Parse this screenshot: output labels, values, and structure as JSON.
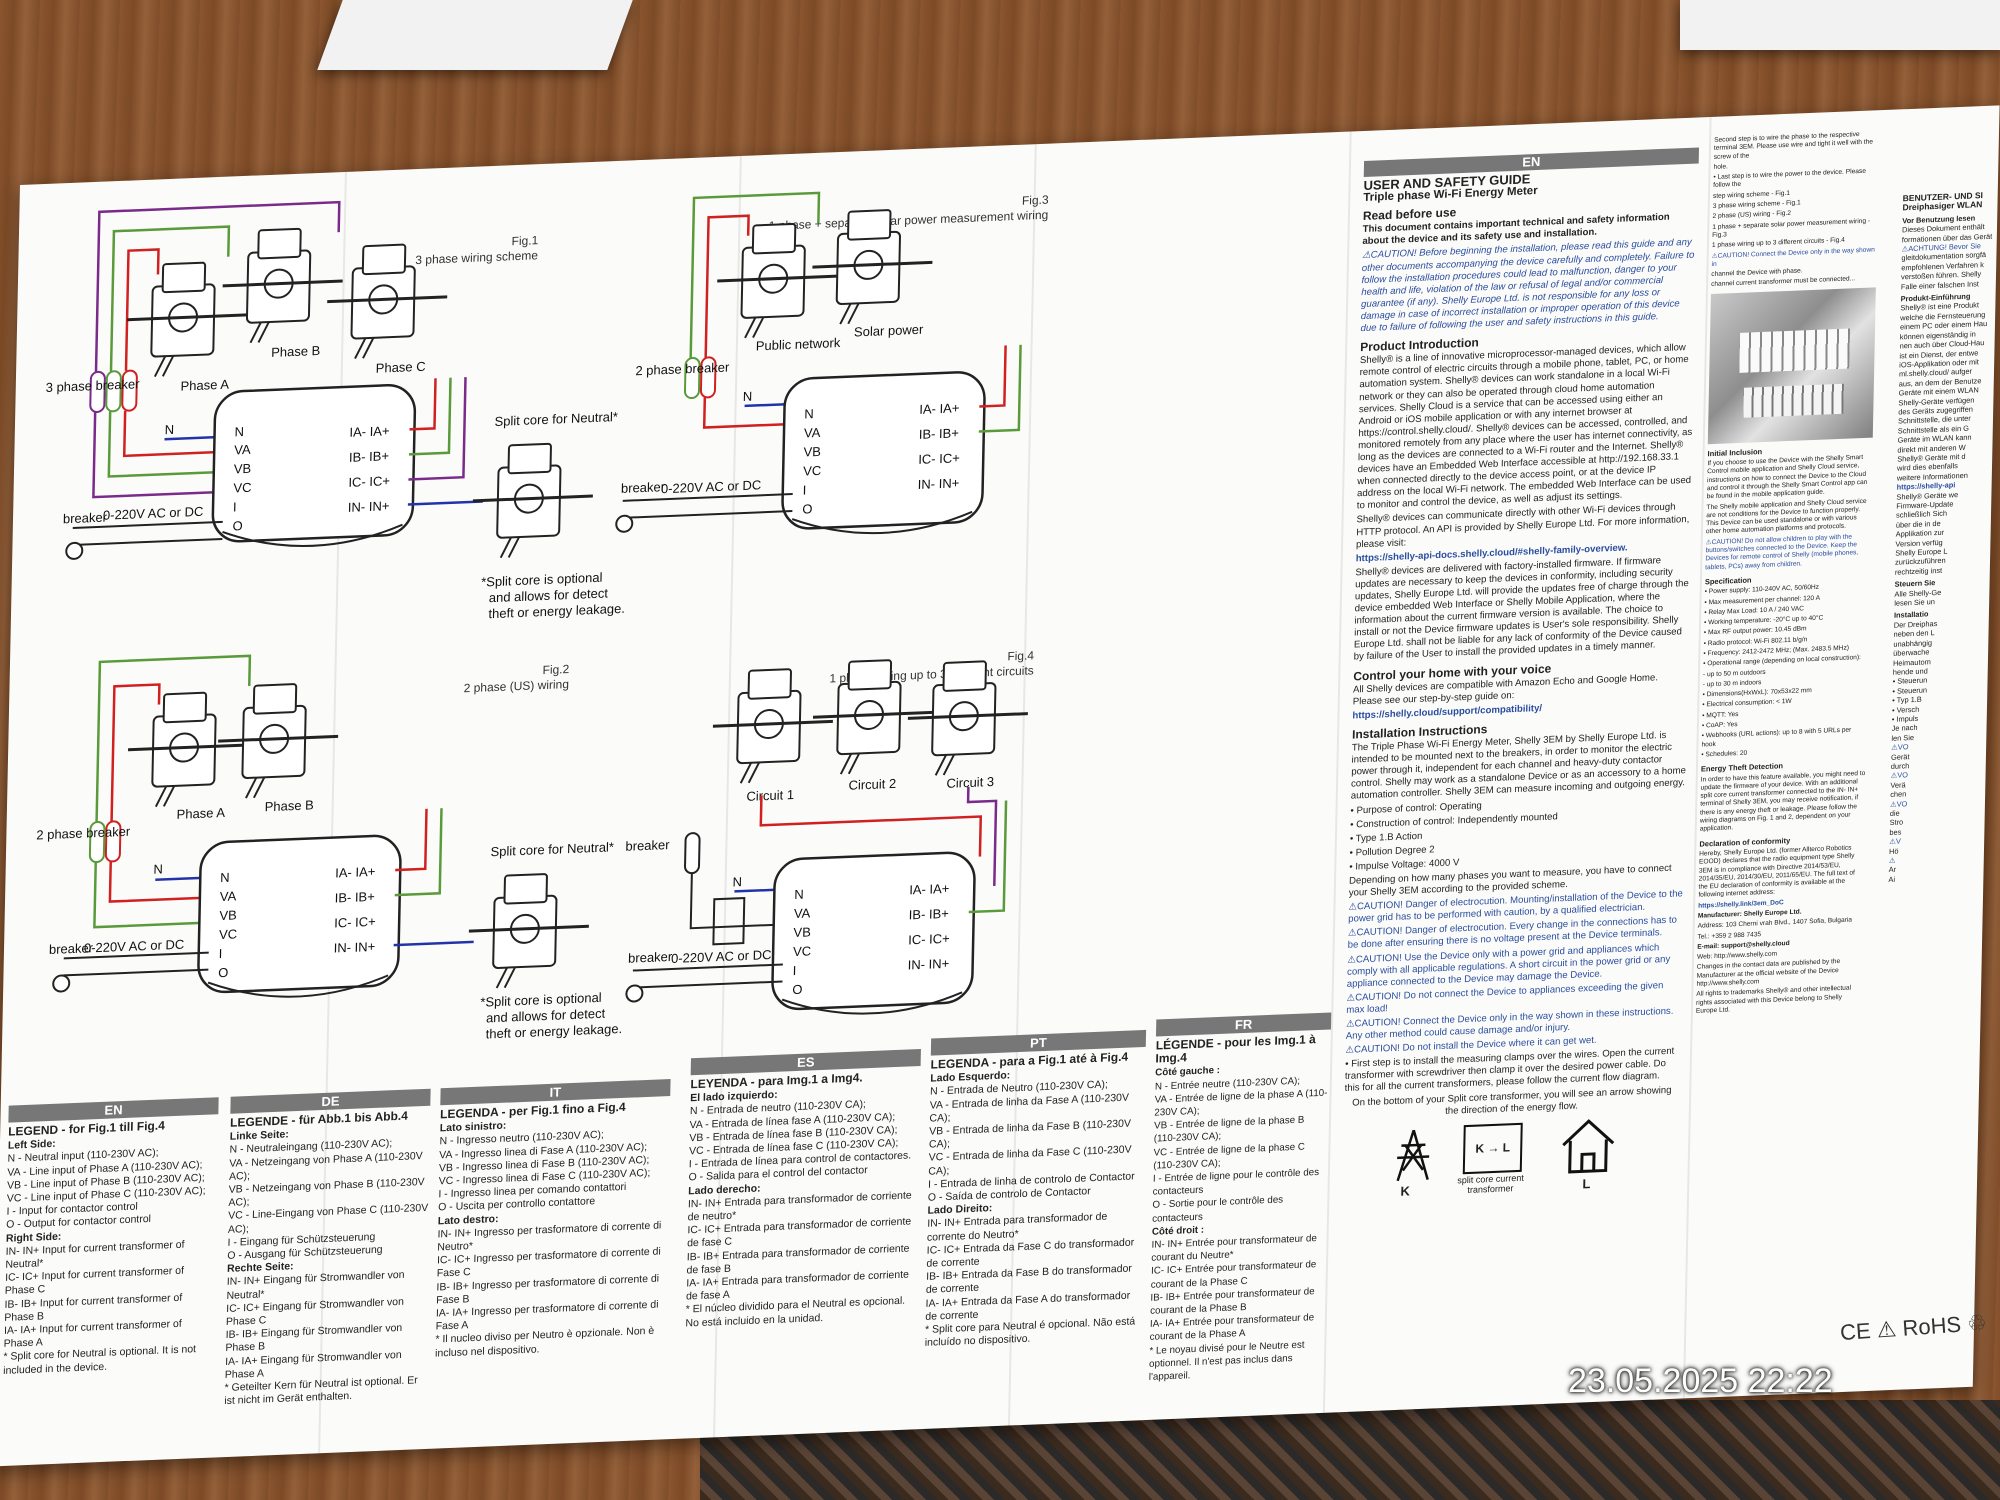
{
  "diagrams": {
    "fig1": {
      "num": "Fig.1",
      "caption": "3 phase wiring scheme",
      "ct_a": "Phase A",
      "ct_b": "Phase B",
      "ct_c": "Phase C",
      "breaker": "3 phase breaker",
      "neutral_title": "Split core for Neutral*",
      "note1": "*Split core is optional",
      "note2": "and allows for detect",
      "note3": "theft or energy leakage.",
      "supply": "0-220V AC or DC",
      "breaker_small": "breaker"
    },
    "fig2": {
      "num": "Fig.2",
      "caption": "2 phase (US) wiring",
      "ct_a": "Phase A",
      "ct_b": "Phase B",
      "breaker": "2 phase breaker",
      "neutral_title": "Split core for Neutral*",
      "note1": "*Split core is optional",
      "note2": "and allows for detect",
      "note3": "theft or energy leakage.",
      "supply": "0-220V AC or DC",
      "breaker_small": "breaker"
    },
    "fig3": {
      "num": "Fig.3",
      "caption": "1 phase + separate solar power measurement wiring",
      "ct_a": "Public network",
      "ct_b": "Solar power",
      "breaker": "2 phase breaker",
      "supply": "0-220V AC or DC",
      "breaker_small": "breaker"
    },
    "fig4": {
      "num": "Fig.4",
      "caption": "1 phase wiring up to 3 different circuits",
      "ct_a": "Circuit 1",
      "ct_b": "Circuit 2",
      "ct_c": "Circuit 3",
      "breaker": "breaker",
      "supply": "0-220V AC or DC",
      "breaker_small": "breaker"
    },
    "terminals_left": [
      "N",
      "VA",
      "VB",
      "VC",
      "I",
      "O"
    ],
    "terminals_right": [
      "IA- IA+",
      "IB- IB+",
      "IC- IC+",
      "IN- IN+"
    ]
  },
  "legends": {
    "en": {
      "tab": "EN",
      "title": "LEGEND - for Fig.1 till Fig.4",
      "left": "Left Side:",
      "lines": [
        "N - Neutral input (110-230V AC);",
        "VA - Line input of Phase A (110-230V AC);",
        "VB - Line input of Phase B (110-230V AC);",
        "VC - Line input of Phase C (110-230V AC);",
        "I - Input for contactor control",
        "O - Output for contactor control"
      ],
      "right": "Right Side:",
      "rlines": [
        "IN- IN+ Input for current transformer of Neutral*",
        "IC- IC+ Input for current transformer of Phase C",
        "IB- IB+ Input for current transformer of Phase B",
        "IA- IA+ Input for current transformer of Phase A",
        "* Split core for Neutral is optional. It is not included in the device."
      ]
    },
    "de": {
      "tab": "DE",
      "title": "LEGENDE - für Abb.1 bis Abb.4",
      "left": "Linke Seite:",
      "lines": [
        "N - Neutraleingang (110-230V AC);",
        "VA - Netzeingang von Phase A (110-230V AC);",
        "VB - Netzeingang von Phase B (110-230V AC);",
        "VC - Line-Eingang von Phase C (110-230V AC);",
        "I - Eingang für Schützsteuerung",
        "O - Ausgang für Schützsteuerung"
      ],
      "right": "Rechte Seite:",
      "rlines": [
        "IN- IN+ Eingang für Stromwandler von Neutral*",
        "IC- IC+ Eingang für Stromwandler von Phase C",
        "IB- IB+ Eingang für Stromwandler von Phase B",
        "IA- IA+ Eingang für Stromwandler von Phase A",
        "* Geteilter Kern für Neutral ist optional. Er ist nicht im Gerät enthalten."
      ]
    },
    "it": {
      "tab": "IT",
      "title": "LEGENDA - per Fig.1 fino a Fig.4",
      "left": "Lato sinistro:",
      "lines": [
        "N - Ingresso neutro (110-230V AC);",
        "VA - Ingresso linea di Fase A (110-230V AC);",
        "VB - Ingresso linea di Fase B (110-230V AC);",
        "VC - Ingresso linea di Fase C (110-230V AC);",
        "I - Ingresso linea per comando contattori",
        "O - Uscita per controllo contattore"
      ],
      "right": "Lato destro:",
      "rlines": [
        "IN- IN+ Ingresso per trasformatore di corrente di Neutro*",
        "IC- IC+ Ingresso per trasformatore di corrente di Fase C",
        "IB- IB+ Ingresso per trasformatore di corrente di Fase B",
        "IA- IA+ Ingresso per trasformatore di corrente di Fase A",
        "* Il nucleo diviso per Neutro è opzionale. Non è incluso nel dispositivo."
      ]
    },
    "es": {
      "tab": "ES",
      "title": "LEYENDA - para Img.1 a Img4.",
      "left": "El lado izquierdo:",
      "lines": [
        "N - Entrada de neutro (110-230V CA);",
        "VA - Entrada de línea fase A (110-230V CA);",
        "VB - Entrada de línea fase B (110-230V CA);",
        "VC - Entrada de línea fase C (110-230V CA);",
        "I - Entrada de línea para control de contactores.",
        "O - Salida para el control del contactor"
      ],
      "right": "Lado derecho:",
      "rlines": [
        "IN- IN+ Entrada para transformador de corriente de neutro*",
        "IC- IC+ Entrada para transformador de corriente de fase C",
        "IB- IB+ Entrada para transformador de corriente de fase B",
        "IA- IA+ Entrada para transformador de corriente de fase A",
        "* El núcleo dividido para el Neutral es opcional. No está incluido en la unidad."
      ]
    },
    "pt": {
      "tab": "PT",
      "title": "LEGENDA - para a Fig.1 até à Fig.4",
      "left": "Lado Esquerdo:",
      "lines": [
        "N - Entrada de Neutro (110-230V CA);",
        "VA - Entrada de linha da Fase A (110-230V CA);",
        "VB - Entrada de linha da Fase B (110-230V CA);",
        "VC - Entrada de linha da Fase C (110-230V CA);",
        "I - Entrada de linha de controlo de Contactor",
        "O - Saída de controlo de Contactor"
      ],
      "right": "Lado Direito:",
      "rlines": [
        "IN- IN+ Entrada para transformador de corrente do Neutro*",
        "IC- IC+ Entrada da Fase C do transformador de corrente",
        "IB- IB+ Entrada da Fase B do transformador de corrente",
        "IA- IA+ Entrada da Fase A do transformador de corrente",
        "* Split core para Neutral é opcional. Não está incluído no dispositivo."
      ]
    },
    "fr": {
      "tab": "FR",
      "title": "LÉGENDE - pour les Img.1 à Img.4",
      "left": "Côté gauche :",
      "lines": [
        "N - Entrée neutre (110-230V CA);",
        "VA - Entrée de ligne de la phase A (110-230V CA);",
        "VB - Entrée de ligne de la phase B (110-230V CA);",
        "VC - Entrée de ligne de la phase C (110-230V CA);",
        "I - Entrée de ligne pour le contrôle des contacteurs",
        "O - Sortie pour le contrôle des contacteurs"
      ],
      "right": "Côté droit :",
      "rlines": [
        "IN- IN+ Entrée pour transformateur de courant du Neutre*",
        "IC- IC+ Entrée pour transformateur de courant de la Phase C",
        "IB- IB+ Entrée pour transformateur de courant de la Phase B",
        "IA- IA+ Entrée pour transformateur de courant de la Phase A",
        "* Le noyau divisé pour le Neutre est optionnel. Il n'est pas inclus dans l'appareil."
      ]
    }
  },
  "guide": {
    "tab": "EN",
    "title": "USER AND SAFETY GUIDE",
    "subtitle": "Triple phase Wi-Fi Energy Meter",
    "read_before": "Read before use",
    "read_text": "This document contains important technical and safety information about the device and its safety use and installation.",
    "caution1": "⚠CAUTION! Before beginning the installation, please read this guide and any other documents accompanying the device carefully and completely. Failure to follow the installation procedures could lead to malfunction, danger to your health and life, violation of the law or refusal of legal and/or commercial guarantee (if any). Shelly Europe Ltd. is not responsible for any loss or damage in case of incorrect installation or improper operation of this device due to failure of following the user and safety instructions in this guide.",
    "intro_h": "Product Introduction",
    "intro": "Shelly® is a line of innovative microprocessor-managed devices, which allow remote control of electric circuits through a mobile phone, tablet, PC, or home automation system. Shelly® devices can work standalone in a local Wi-Fi network or they can also be operated through cloud home automation services. Shelly Cloud is a service that can be accessed using either an Android or iOS mobile application or with any internet browser at https://control.shelly.cloud/. Shelly® devices can be accessed, controlled, and monitored remotely from any place where the user has internet connectivity, as long as the devices are connected to a Wi-Fi router and the Internet. Shelly® devices have an Embedded Web Interface accessible at http://192.168.33.1 when connected directly to the device access point, or at the device IP address on the local Wi-Fi network. The embedded Web Interface can be used to monitor and control the device, as well as adjust its settings.",
    "intro2": "Shelly® devices can communicate directly with other Wi-Fi devices through HTTP protocol. An API is provided by Shelly Europe Ltd. For more information, please visit:",
    "link1": "https://shelly-api-docs.shelly.cloud/#shelly-family-overview.",
    "intro3": "Shelly® devices are delivered with factory-installed firmware. If firmware updates are necessary to keep the devices in conformity, including security updates, Shelly Europe Ltd. will provide the updates free of charge through the device embedded Web Interface or Shelly Mobile Application, where the information about the current firmware version is available. The choice to install or not the Device firmware updates is User's sole responsibility. Shelly Europe Ltd. shall not be liable for any lack of conformity of the Device caused by failure of the User to install the provided updates in a timely manner.",
    "voice_h": "Control your home with your voice",
    "voice": "All Shelly devices are compatible with Amazon Echo and Google Home. Please see our step-by-step guide on:",
    "link2": "https://shelly.cloud/support/compatibility/",
    "inst_h": "Installation Instructions",
    "inst": "The Triple Phase Wi-Fi Energy Meter, Shelly 3EM by Shelly Europe Ltd. is intended to be mounted next to the breakers, in order to monitor the electric power through it, independent for each channel and heavy-duty contactor control. Shelly may work as a standalone Device or as an accessory to a home automation controller. Shelly 3EM can measure incoming and outgoing energy.",
    "bullets": [
      "• Purpose of control: Operating",
      "• Construction of control: Independently mounted",
      "• Type 1.B Action",
      "• Pollution Degree 2",
      "• Impulse Voltage: 4000 V"
    ],
    "depending": "Depending on how many phases you want to measure, you have to connect your Shelly 3EM according to the provided scheme.",
    "caution2": "⚠CAUTION! Danger of electrocution. Mounting/installation of the Device to the power grid has to be performed with caution, by a qualified electrician.",
    "caution3": "⚠CAUTION! Danger of electrocution. Every change in the connections has to be done after ensuring there is no voltage present at the Device terminals.",
    "caution4": "⚠CAUTION! Use the Device only with a power grid and appliances which comply with all applicable regulations. A short circuit in the power grid or any appliance connected to the Device may damage the Device.",
    "caution5": "⚠CAUTION! Do not connect the Device to appliances exceeding the given max load!",
    "caution6": "⚠CAUTION! Connect the Device only in the way shown in these instructions. Any other method could cause damage and/or injury.",
    "caution7": "⚠CAUTION! Do not install the Device where it can get wet.",
    "first": "• First step is to install the measuring clamps over the wires. Open the current transformer with screwdriver then clamp it over the desired power cable. Do this for all the current transformers, please follow the current flow diagram.",
    "bottom": "On the bottom of your Split core transformer, you will see an arrow showing the direction of the energy flow.",
    "k": "K",
    "kl": "K → L",
    "l": "L",
    "split": "split core current transformer",
    "marks": "CE ⚠ RoHS ♲"
  },
  "side_col": {
    "lines": [
      "Second step is to wire the phase to the respective terminal 3EM. Please use wire and tight it well with the screw of the",
      "hole.",
      "• Last step is to wire the power to the device. Please follow the",
      "step wiring scheme - Fig.1",
      "3 phase wiring scheme - Fig.1",
      "2 phase (US) wiring - Fig.2",
      "1 phase + separate solar power measurement wiring - Fig.3",
      "1 phase wiring up to 3 different circuits - Fig.4",
      "⚠CAUTION! Connect the Device only in the way shown in",
      "channel the Device with phase.",
      "channel current transformer must be connected..."
    ],
    "incl_h": "Initial Inclusion",
    "incl": "If you choose to use the Device with the Shelly Smart Control mobile application and Shelly Cloud service, instructions on how to connect the Device to the Cloud and control it through the Shelly Smart Control app can be found in the mobile application guide.",
    "incl2": "The Shelly mobile application and Shelly Cloud service are not conditions for the Device to function properly. This Device can be used standalone or with various other home automation platforms and protocols.",
    "caution": "⚠CAUTION! Do not allow children to play with the buttons/switches connected to the Device. Keep the Devices for remote control of Shelly (mobile phones, tablets, PCs) away from children.",
    "spec_h": "Specification",
    "specs": [
      "• Power supply: 110-240V AC, 50/60Hz",
      "• Max measurement per channel: 120 A",
      "• Relay Max Load: 10 A / 240 VAC",
      "• Working temperature: -20°C up to 40°C",
      "• Max RF output power: 10.45 dBm",
      "• Radio protocol: Wi-Fi 802.11 b/g/n",
      "• Frequency: 2412-2472 MHz; (Max. 2483.5 MHz)",
      "• Operational range (depending on local construction):",
      "  - up to 50 m outdoors",
      "  - up to 30 m indoors",
      "• Dimensions(HxWxL): 70x53x22 mm",
      "• Electrical consumption: < 1W",
      "• MQTT: Yes",
      "• CoAP: Yes",
      "• Webhooks (URL actions): up to 8 with 5 URLs per hook",
      "• Schedules: 20"
    ],
    "theft_h": "Energy Theft Detection",
    "theft": "In order to have this feature available, you might need to update the firmware of your device. With an additional split core current transformer connected to the IN- IN+ terminal of Shelly 3EM, you may receive notification, if there is any energy theft or leakage. Please follow the wiring diagrams on Fig. 1 and 2, dependent on your application.",
    "decl_h": "Declaration of conformity",
    "decl": "Hereby, Shelly Europe Ltd. (former Allterco Robotics EOOD) declares that the radio equipment type Shelly 3EM is in compliance with Directive 2014/53/EU, 2014/35/EU, 2014/30/EU, 2011/65/EU. The full text of the EU declaration of conformity is available at the following internet address:",
    "decl_link": "https://shelly.link/3em_DoC",
    "manu": "Manufacturer: Shelly Europe Ltd.",
    "addr": "Address: 103 Cherni vrah Blvd., 1407 Sofia, Bulgaria",
    "tel": "Tel.: +359 2 988 7435",
    "email": "E-mail: support@shelly.cloud",
    "web": "Web: http://www.shelly.com",
    "changes": "Changes in the contact data are published by the Manufacturer at the official website of the Device http://www.shelly.com",
    "rights": "All rights to trademarks Shelly® and other intellectual rights associated with this Device belong to Shelly Europe Ltd."
  },
  "far_col": {
    "title": "BENUTZER- UND SI",
    "subtitle": "Dreiphasiger WLAN",
    "read": "Vor Benutzung lesen",
    "lines": [
      "Dieses Dokument enthält",
      "formationen über das Gerät",
      "⚠ACHTUNG! Bevor Sie",
      "gleitdokumentation sorgfä",
      "empfohlenen Verfahren k",
      "verstoßen führen. Shelly",
      "Falle einer falschen Inst"
    ],
    "intro_h": "Produkt-Einführung",
    "intro": [
      "Shelly® ist eine Produkt",
      "welche die Fernsteuerung",
      "einem PC oder einem Hau",
      "können eigenständig in",
      "nen auch über Cloud-Hau",
      "ist ein Dienst, der entwe",
      "iOS-Applikation oder mit",
      "ml.shelly.cloud/ aufger",
      "aus, an dem der Benutze",
      "Geräte mit einem WLAN",
      "Shelly-Geräte verfügen",
      "des Geräts zugegriffen",
      "Schnittstelle, die unter",
      "Schnittstelle als ein G",
      "Geräte im WLAN kann",
      "direkt mit anderen W",
      "Shelly® Geräte mit d",
      "wird dies ebenfalls",
      "weitere Informationen"
    ],
    "link": "https://shelly-api",
    "more": [
      "Shelly® Geräte we",
      "Firmware-Update",
      "schließlich Sich",
      "über die in de",
      "Applikation zur",
      "Version verfüg",
      "Shelly Europe L",
      "zurückzuführen",
      "rechtzeitig inst"
    ],
    "steuer_h": "Steuern Sie",
    "steuer": [
      "Alle Shelly-Ge",
      "lesen Sie un"
    ],
    "inst_h": "Installatio",
    "inst": [
      "Der Dreiphas",
      "neben den L",
      "unabhängig",
      "überwache",
      "Heimautom",
      "hende und"
    ],
    "items": [
      "• Steuerun",
      "• Steuerun",
      "• Typ 1.B",
      "• Versch",
      "• Impuls",
      "Je nach",
      "len Sie"
    ],
    "warns": [
      "⚠VO",
      "Gerät",
      "durch",
      "⚠VO",
      "Verä",
      "chen",
      "⚠VO",
      "die",
      "Stro",
      "bes",
      "⚠V",
      "Hö",
      "⚠",
      "Ar",
      "Ai"
    ]
  },
  "timestamp": "23.05.2025 22:22"
}
